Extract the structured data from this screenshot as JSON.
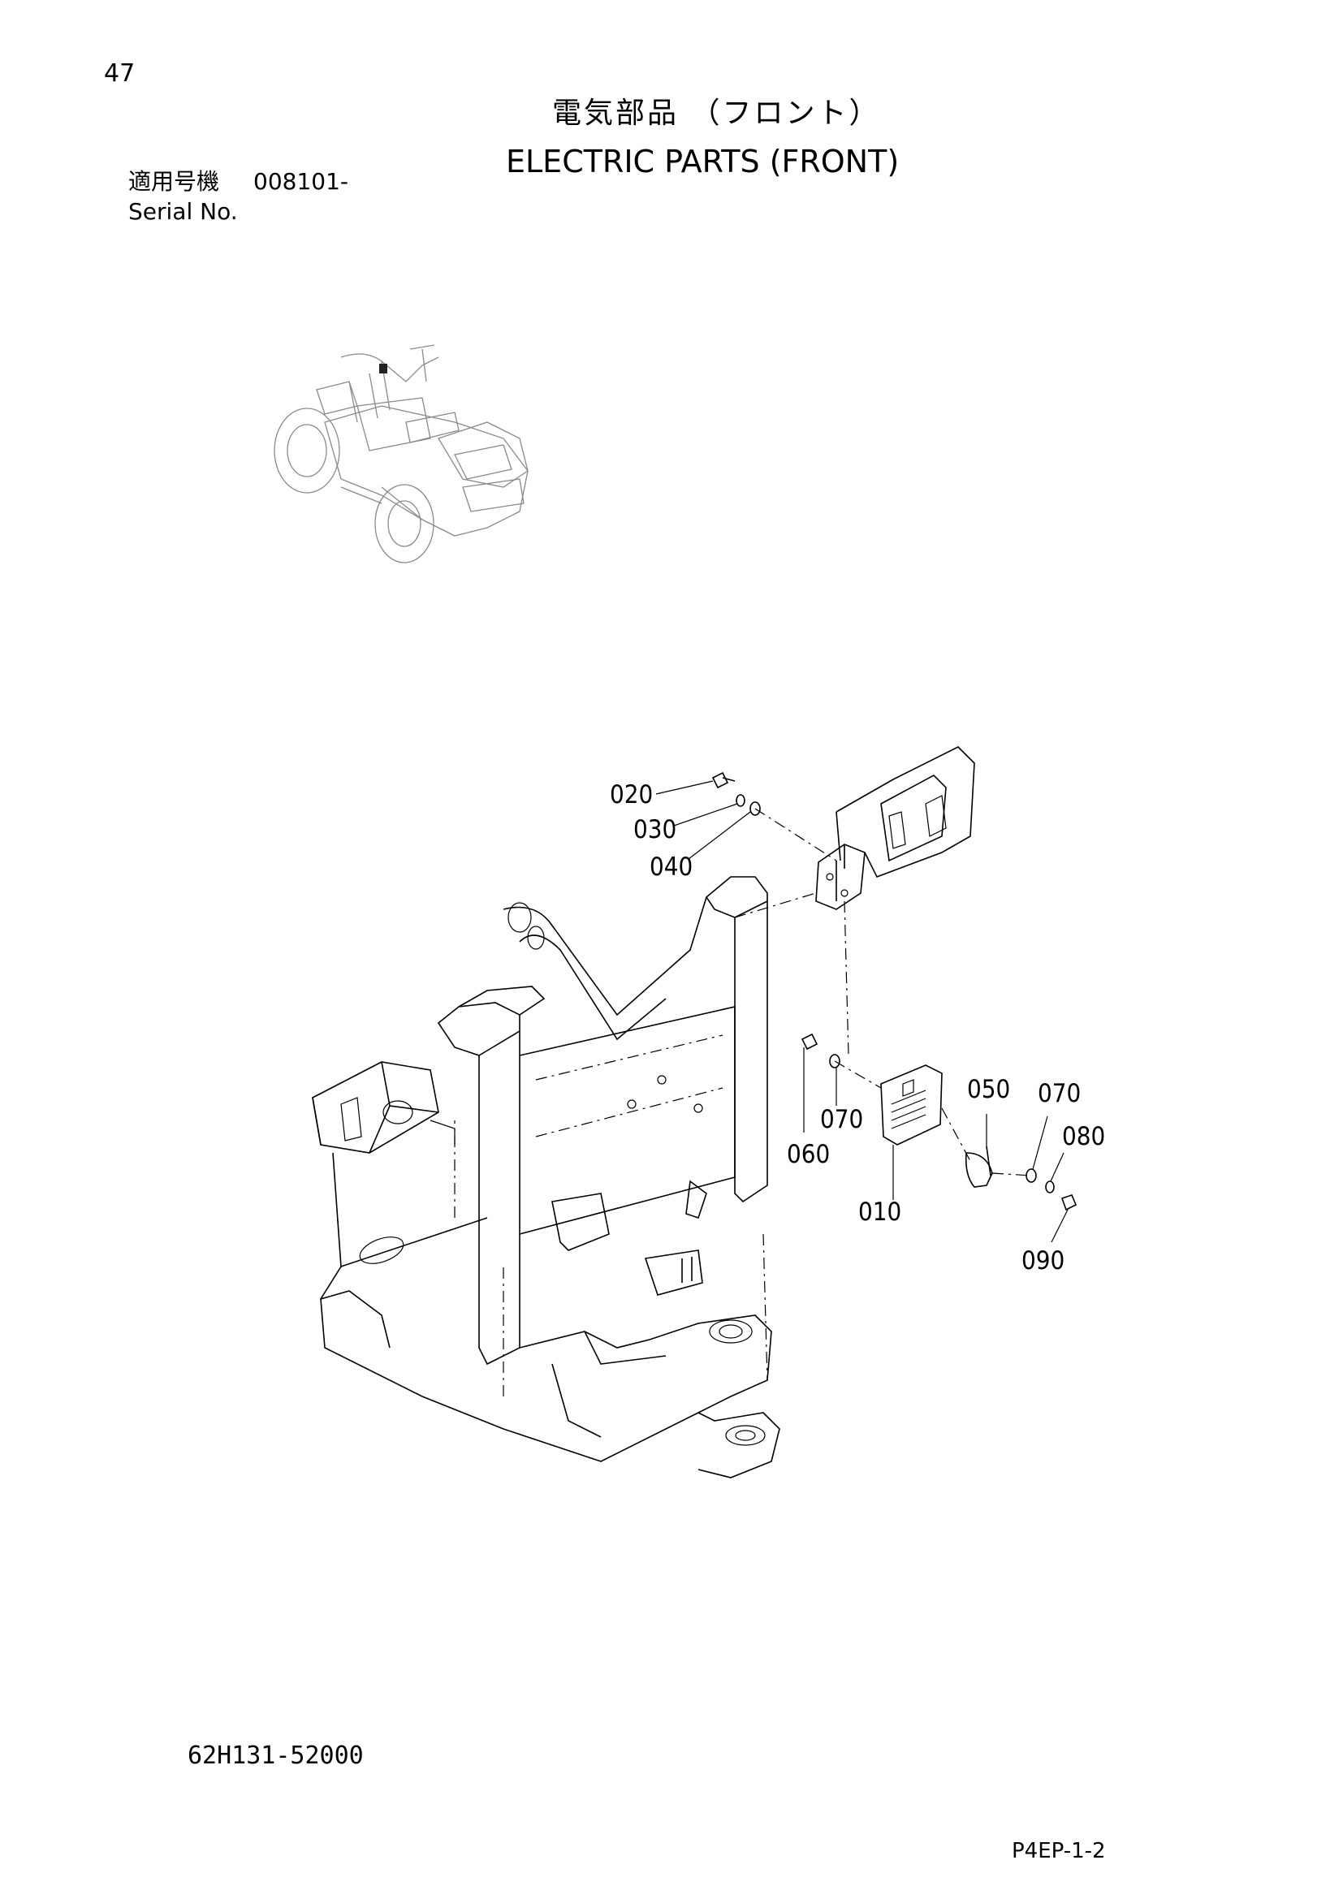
{
  "page_number": "47",
  "title_jp": "電気部品 （フロント）",
  "title_en": "ELECTRIC PARTS (FRONT)",
  "serial_label_jp": "適用号機",
  "serial_value": "008101-",
  "serial_label_en": "Serial No.",
  "drawing_number": "62H131-52000",
  "page_code": "P4EP-1-2",
  "callouts": {
    "c010": "010",
    "c020": "020",
    "c030": "030",
    "c040": "040",
    "c050": "050",
    "c060": "060",
    "c070a": "070",
    "c070b": "070",
    "c080": "080",
    "c090": "090"
  }
}
